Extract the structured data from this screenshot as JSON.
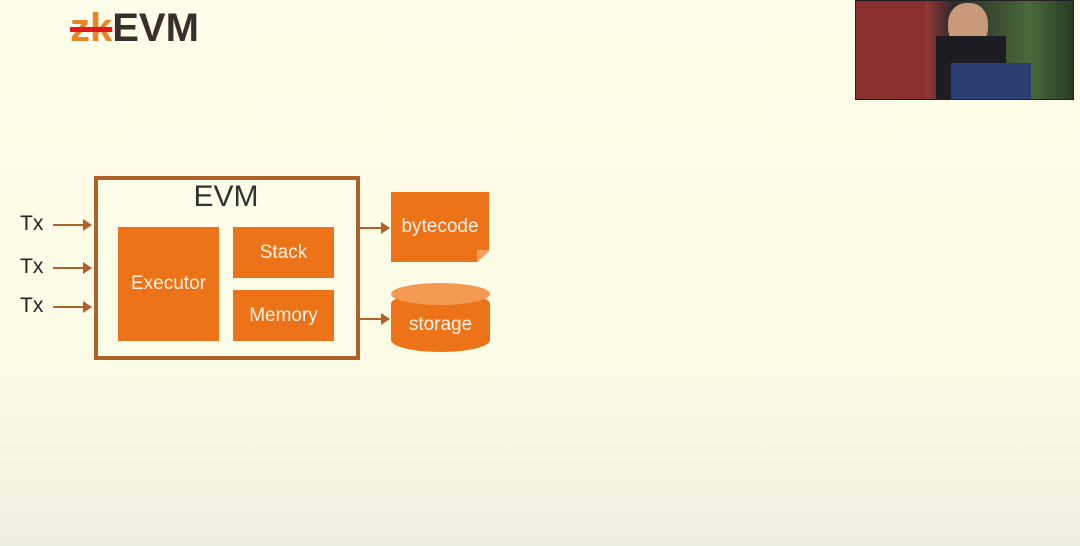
{
  "slide": {
    "title_struck": "zk",
    "title": "EVM",
    "diagram": {
      "box_label": "EVM",
      "inputs": [
        "Tx",
        "Tx",
        "Tx"
      ],
      "executor": "Executor",
      "stack": "Stack",
      "memory": "Memory",
      "bytecode": "bytecode",
      "storage": "storage"
    },
    "colors": {
      "orange": "#ec7318",
      "border": "#b0612a",
      "strike": "#e11b1b"
    }
  }
}
